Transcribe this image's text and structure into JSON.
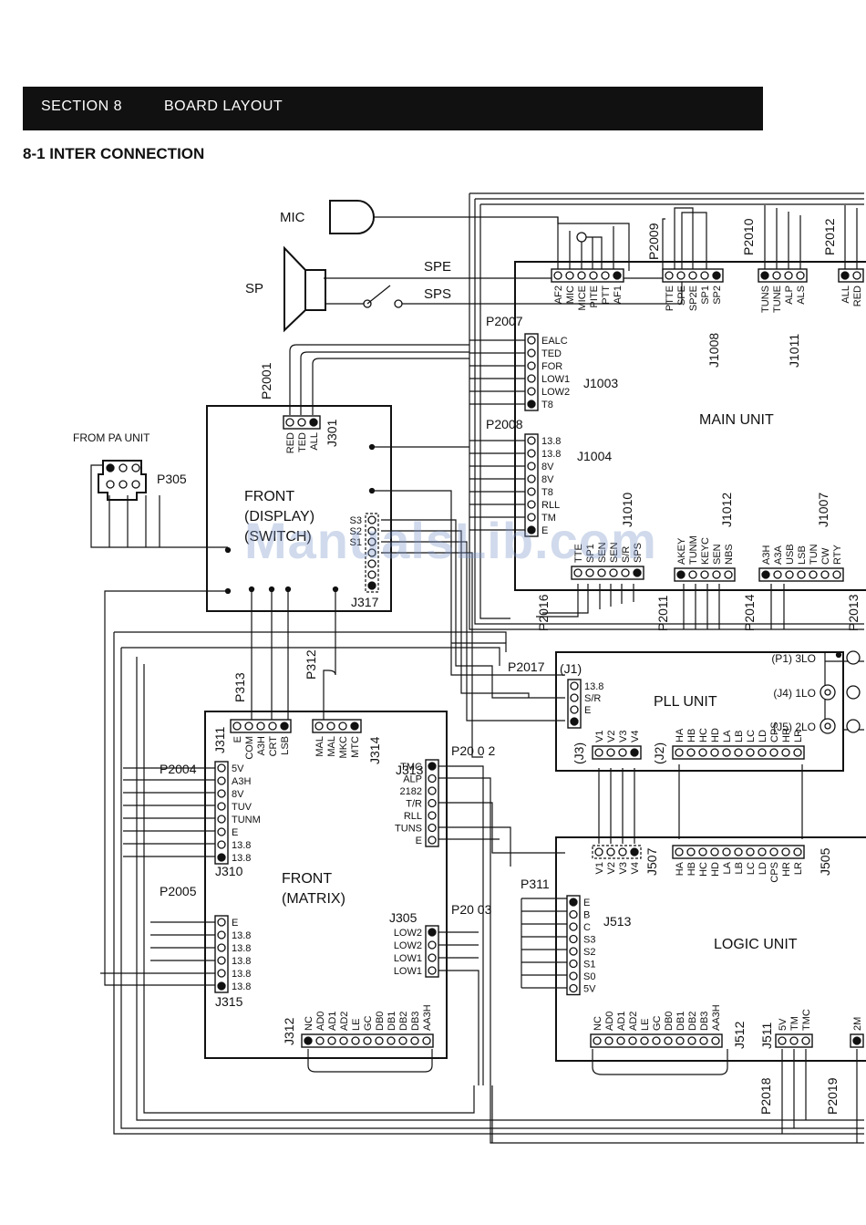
{
  "header": {
    "section": "SECTION 8",
    "title": "BOARD LAYOUT"
  },
  "subheading": "8-1 INTER CONNECTION",
  "watermark": "ManualsLib.com",
  "components": {
    "mic": "MIC",
    "sp": "SP",
    "spe": "SPE",
    "sps": "SPS",
    "from_pa": "FROM PA UNIT"
  },
  "units": {
    "main": "MAIN UNIT",
    "pll": "PLL UNIT",
    "logic": "LOGIC UNIT",
    "front_display": [
      "FRONT",
      "(DISPLAY)",
      "(SWITCH)"
    ],
    "front_matrix": [
      "FRONT",
      "(MATRIX)"
    ]
  },
  "plugs": {
    "P2001": "P2001",
    "P2004": "P2004",
    "P2005": "P2005",
    "P2007": "P2007",
    "P2008": "P2008",
    "P2009": "P2009",
    "P2010": "P2010",
    "P2011": "P2011",
    "P2012": "P2012",
    "P2013": "P2013",
    "P2014": "P2014",
    "P2016": "P2016",
    "P2017": "P2017",
    "P2018": "P2018",
    "P2019": "P2019",
    "P2002": "P20 0 2",
    "P2003": "P20 03",
    "P305": "P305",
    "P311": "P311",
    "P312": "P312",
    "P313": "P313"
  },
  "jacks": {
    "J301": "J301",
    "J305": "J305",
    "J310": "J310",
    "J311": "J311",
    "J312": "J312",
    "J313": "J313",
    "J314": "J314",
    "J315": "J315",
    "J317": "J317",
    "J505": "J505",
    "J507": "J507",
    "J511": "J511",
    "J512": "J512",
    "J513": "J513",
    "J1003": "J1003",
    "J1004": "J1004",
    "J1007": "J1007",
    "J1008": "J1008",
    "J1010": "J1010",
    "J1011": "J1011",
    "J1012": "J1012",
    "J1": "(J1)",
    "J2": "(J2)",
    "J3": "(J3)"
  },
  "pins": {
    "J301": [
      "RED",
      "TED",
      "ALL"
    ],
    "J1003": [
      "EALC",
      "TED",
      "FOR",
      "LOW1",
      "LOW2",
      "T8"
    ],
    "J1004": [
      "13.8",
      "13.8",
      "8V",
      "8V",
      "T8",
      "RLL",
      "TM",
      "E"
    ],
    "P2009": [
      "AF2",
      "MIC",
      "MICE",
      "PITE",
      "PTT",
      "AF1"
    ],
    "P2010": [
      "PTTE",
      "SPE",
      "SP2E",
      "SP1",
      "SP2"
    ],
    "J1011": [
      "TUNS",
      "TUNE",
      "ALP",
      "ALS"
    ],
    "P2012": [
      "ALL",
      "RED"
    ],
    "J1010": [
      "TTE",
      "SP1",
      "SEN",
      "SEN",
      "S/R",
      "SPS"
    ],
    "J1012": [
      "AKEY",
      "TUNM",
      "KEYC",
      "SEN",
      "NBS"
    ],
    "J1007": [
      "A3H",
      "A3A",
      "USB",
      "LSB",
      "TUN",
      "CW",
      "RTY"
    ],
    "J317": [
      "S3",
      "S2",
      "S1"
    ],
    "J311": [
      "E",
      "COM",
      "A3H",
      "CRT",
      "LSB"
    ],
    "J314": [
      "MAL",
      "MAL",
      "MKC",
      "MTC"
    ],
    "J310": [
      "5V",
      "A3H",
      "8V",
      "TUV",
      "TUNM",
      "E",
      "13.8",
      "13.8"
    ],
    "J315": [
      "E",
      "13.8",
      "13.8",
      "13.8",
      "13.8",
      "13.8"
    ],
    "J313": [
      "TMC",
      "ALP",
      "2182",
      "T/R",
      "RLL",
      "TUNS",
      "E"
    ],
    "J305": [
      "LOW2",
      "LOW2",
      "LOW1",
      "LOW1"
    ],
    "J312": [
      "NC",
      "AD0",
      "AD1",
      "AD2",
      "LE",
      "GC",
      "DB0",
      "DB1",
      "DB2",
      "DB3",
      "AA3H"
    ],
    "J1_PLL": [
      "13.8",
      "S/R",
      "E"
    ],
    "PLL_OUT": [
      "(P1) 3LO",
      "(J4) 1LO",
      "(J5) 2LO"
    ],
    "J3": [
      "V1",
      "V2",
      "V3",
      "V4"
    ],
    "J2": [
      "HA",
      "HB",
      "HC",
      "HD",
      "LA",
      "LB",
      "LC",
      "LD",
      "CPS",
      "HR",
      "LR"
    ],
    "J507": [
      "V1",
      "V2",
      "V3",
      "V4"
    ],
    "J505": [
      "HA",
      "HB",
      "HC",
      "HD",
      "LA",
      "LB",
      "LC",
      "LD",
      "CPS",
      "HR",
      "LR"
    ],
    "J513": [
      "E",
      "B",
      "C",
      "S3",
      "S2",
      "S1",
      "S0",
      "5V"
    ],
    "J511": [
      "NC",
      "AD0",
      "AD1",
      "AD2",
      "LE",
      "GC",
      "DB0",
      "DB1",
      "DB2",
      "DB3",
      "AA3H"
    ],
    "J512": [
      "5V",
      "TM",
      "TMC"
    ],
    "P2019": [
      "2M"
    ]
  }
}
